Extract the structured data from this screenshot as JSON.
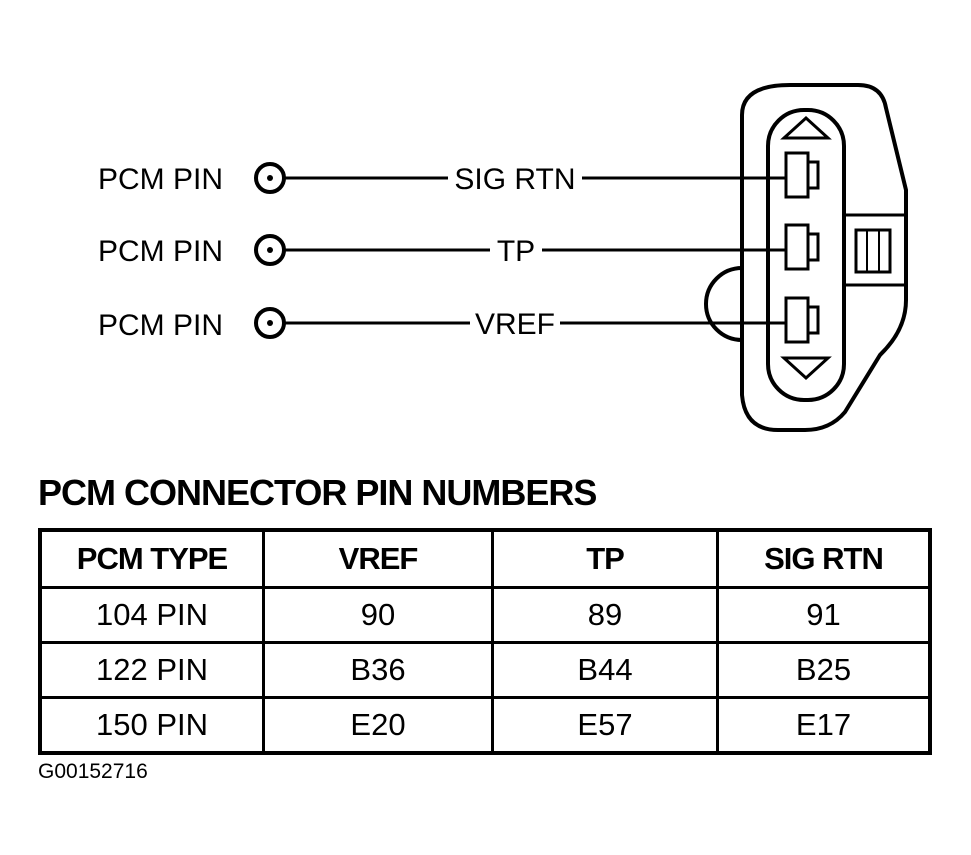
{
  "diagram": {
    "rows": [
      {
        "pcm_label": "PCM PIN",
        "wire_label": "SIG RTN"
      },
      {
        "pcm_label": "PCM PIN",
        "wire_label": "TP"
      },
      {
        "pcm_label": "PCM PIN",
        "wire_label": "VREF"
      }
    ]
  },
  "table": {
    "title": "PCM CONNECTOR PIN NUMBERS",
    "headers": [
      "PCM TYPE",
      "VREF",
      "TP",
      "SIG RTN"
    ],
    "rows": [
      [
        "104 PIN",
        "90",
        "89",
        "91"
      ],
      [
        "122 PIN",
        "B36",
        "B44",
        "B25"
      ],
      [
        "150 PIN",
        "E20",
        "E57",
        "E17"
      ]
    ]
  },
  "figure_code": "G00152716"
}
